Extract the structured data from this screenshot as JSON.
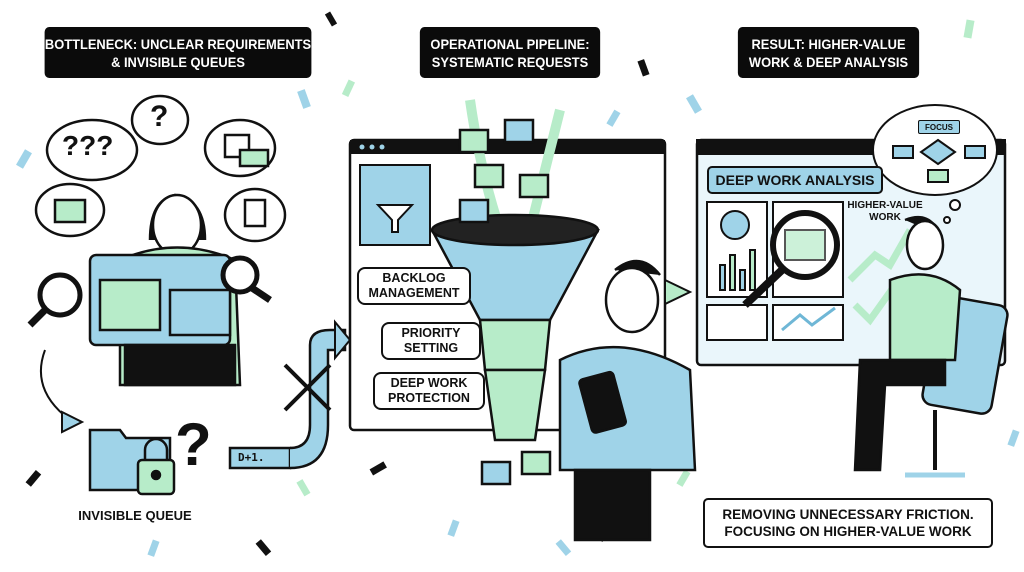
{
  "headers": {
    "left": "BOTTLENECK: UNCLEAR REQUIREMENTS & INVISIBLE QUEUES",
    "middle": "OPERATIONAL PIPELINE: SYSTEMATIC REQUESTS",
    "right": "RESULT: HIGHER-VALUE WORK & DEEP ANALYSIS"
  },
  "left_panel": {
    "thought_marks": "???",
    "thought_mark_single": "?",
    "queue_mark": "?",
    "queue_label": "INVISIBLE QUEUE",
    "pipe_label": "D+1."
  },
  "middle_panel": {
    "stages": [
      "BACKLOG MANAGEMENT",
      "PRIORITY SETTING",
      "DEEP WORK PROTECTION"
    ]
  },
  "right_panel": {
    "dashboard_title": "DEEP WORK ANALYSIS",
    "focus_label": "FOCUS",
    "higher_value_label": "HIGHER-VALUE WORK",
    "caption": "REMOVING UNNECESSARY FRICTION. FOCUSING ON HIGHER-VALUE WORK"
  },
  "colors": {
    "blue": "#9fd3e8",
    "green": "#b7ecc9",
    "ink": "#111111",
    "header_bg": "#0b0b0b"
  }
}
